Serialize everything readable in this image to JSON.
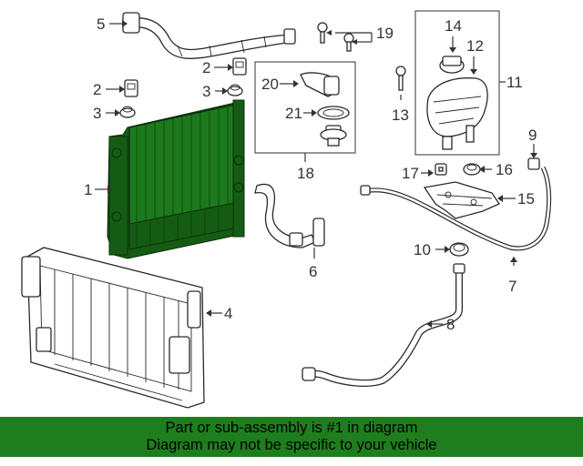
{
  "callouts": {
    "c1": "1",
    "c2a": "2",
    "c2b": "2",
    "c3a": "3",
    "c3b": "3",
    "c4": "4",
    "c5": "5",
    "c6": "6",
    "c7": "7",
    "c8": "8",
    "c9": "9",
    "c10": "10",
    "c11": "11",
    "c12": "12",
    "c13": "13",
    "c14": "14",
    "c15": "15",
    "c16": "16",
    "c17": "17",
    "c18": "18",
    "c19": "19",
    "c20": "20",
    "c21": "21"
  },
  "banner": {
    "line1": "Part or sub-assembly is #1 in diagram",
    "line2": "Diagram may not be specific to your vehicle"
  },
  "colors": {
    "highlight": "#1c7a1c",
    "banner_bg": "#1e7e1e",
    "line": "#333333"
  },
  "highlighted_part": "1"
}
